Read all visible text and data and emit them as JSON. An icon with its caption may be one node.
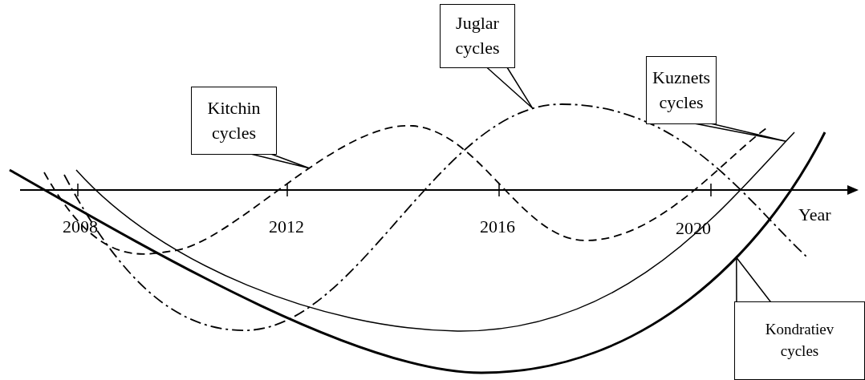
{
  "diagram": {
    "nodes": [
      {
        "text": [
          "Kitchin cycles"
        ]
      },
      {
        "text": [
          "Juglar cycles"
        ]
      },
      {
        "text": [
          "Kuznets cycles"
        ]
      },
      {
        "text": [
          "Kondratiev cycles"
        ]
      }
    ],
    "edges": [
      {
        "from": 0,
        "to": null,
        "arrow": "none"
      },
      {
        "from": 1,
        "to": null,
        "arrow": "none"
      },
      {
        "from": 2,
        "to": null,
        "arrow": "none"
      },
      {
        "from": 3,
        "to": null,
        "arrow": "none"
      }
    ],
    "labels": [
      "2008",
      "2012",
      "2016",
      "2020",
      "Year"
    ]
  }
}
